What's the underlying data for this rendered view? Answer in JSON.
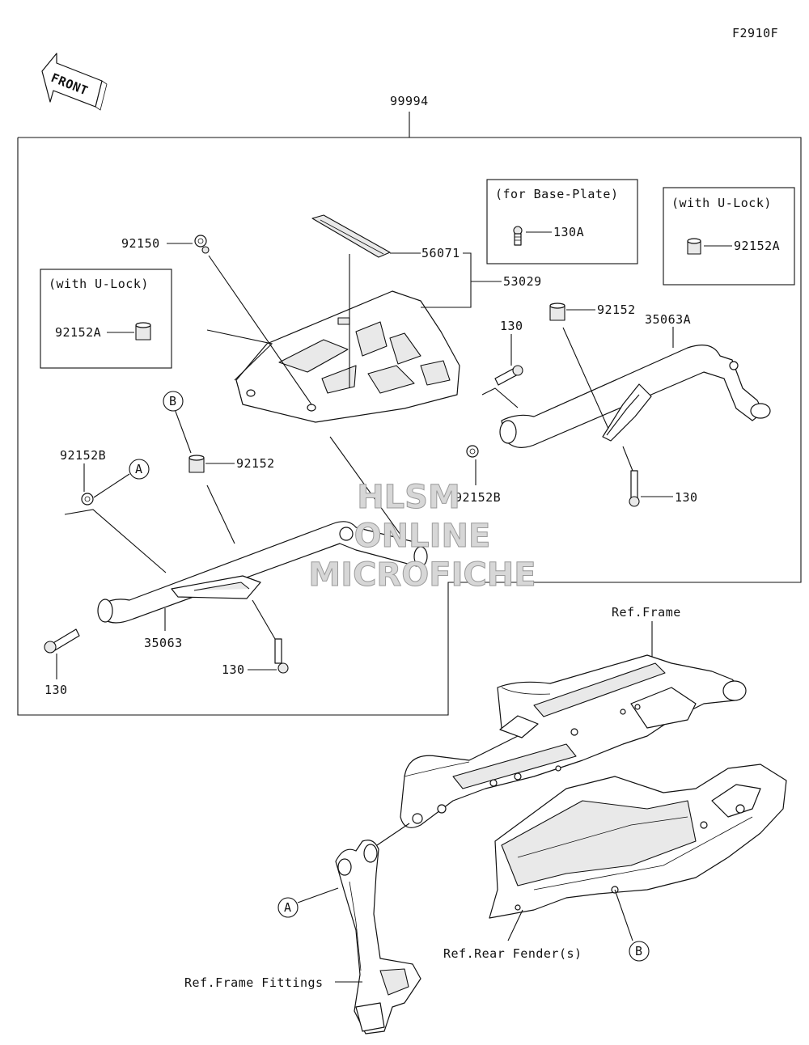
{
  "diagram_code": "F2910F",
  "front_label": "FRONT",
  "assembly_no": "99994",
  "boxes": {
    "base_plate": "(for Base-Plate)",
    "u_lock_right": "(with U-Lock)",
    "u_lock_left": "(with U-Lock)"
  },
  "parts": {
    "p92150": "92150",
    "p56071": "56071",
    "p53029": "53029",
    "p130A": "130A",
    "p92152A_right": "92152A",
    "p92152A_left": "92152A",
    "p92152_right": "92152",
    "p35063A": "35063A",
    "p130_upper_right": "130",
    "p92152B_right": "92152B",
    "p130_lower_right": "130",
    "p92152_left": "92152",
    "p92152B_left": "92152B",
    "p35063": "35063",
    "p130_mid": "130",
    "p130_left": "130"
  },
  "callouts": {
    "a": "A",
    "b": "B"
  },
  "references": {
    "frame": "Ref.Frame",
    "rear_fender": "Ref.Rear Fender(s)",
    "frame_fittings": "Ref.Frame Fittings"
  },
  "watermark": {
    "line1": "HLSM",
    "line2": "ONLINE",
    "line3": "MICROFICHE"
  }
}
